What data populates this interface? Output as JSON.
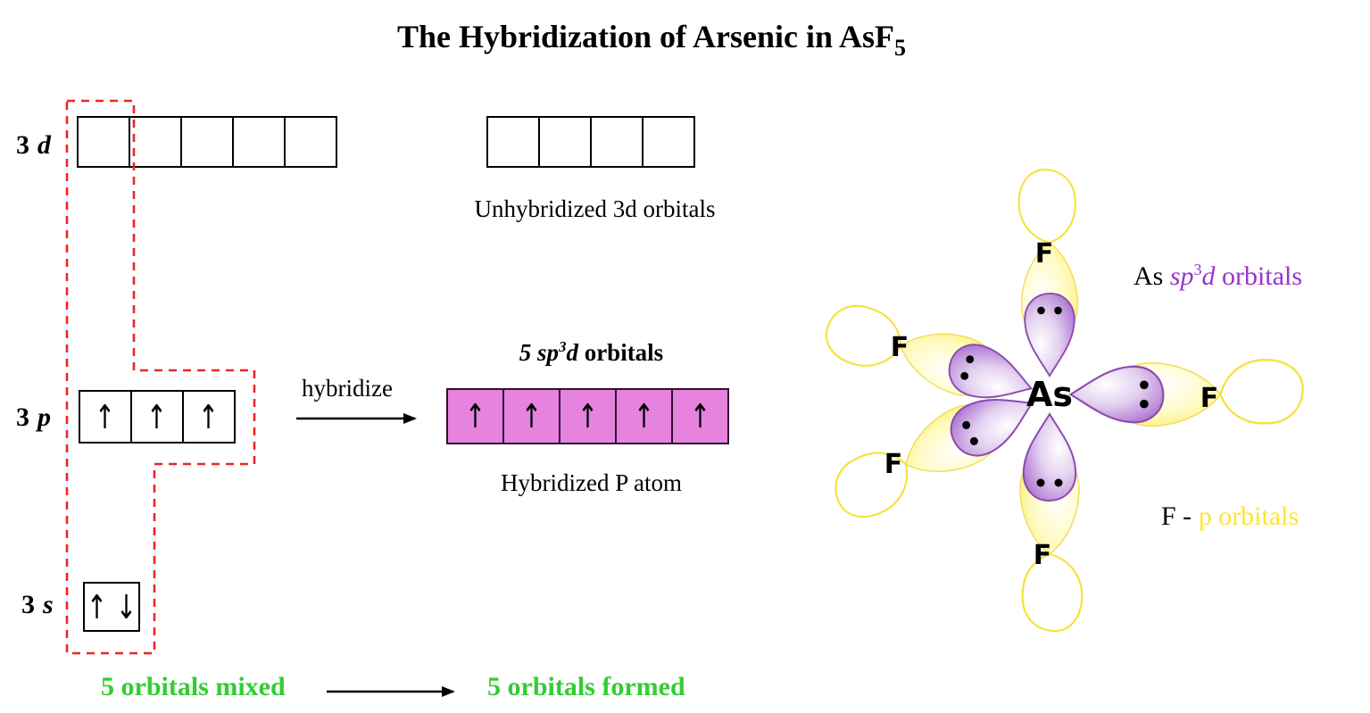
{
  "title": {
    "main": "The Hybridization of Arsenic in AsF",
    "subscript": "5"
  },
  "orbital_rows": {
    "d": {
      "num": "3",
      "letter": "d"
    },
    "p": {
      "num": "3",
      "letter": "p"
    },
    "s": {
      "num": "3",
      "letter": "s"
    }
  },
  "electrons": {
    "up": "↑",
    "down": "↓"
  },
  "captions": {
    "unhybridized_3d": "Unhybridized 3d orbitals",
    "hybridize": "hybridize",
    "hybridized_atom": "Hybridized P atom"
  },
  "hybrid_title": {
    "count_sp": "5 sp",
    "sup": "3",
    "d": "d",
    "orbitals": " orbitals"
  },
  "bottom_note": {
    "mixed": "5 orbitals mixed",
    "formed": "5 orbitals formed"
  },
  "molecule": {
    "center_atom": "As",
    "fluorine_atom": "F",
    "legend_as": {
      "atom": "As ",
      "sp": "sp",
      "sup": "3",
      "d": "d",
      "orbitals": " orbitals"
    },
    "legend_f": {
      "atom": "F - ",
      "orbitals": "p orbitals"
    }
  },
  "colors": {
    "hybrid_box_fill": "#E583DF",
    "hybrid_box_border": "#330D33",
    "mixing_outline_red": "#EE2525",
    "green_text": "#32CD32",
    "purple_text": "#9933CC",
    "yellow_text": "#FFE52E",
    "purple_lobe_edge": "#8A4BB0",
    "yellow_lobe_fill": "#FCE94F"
  }
}
